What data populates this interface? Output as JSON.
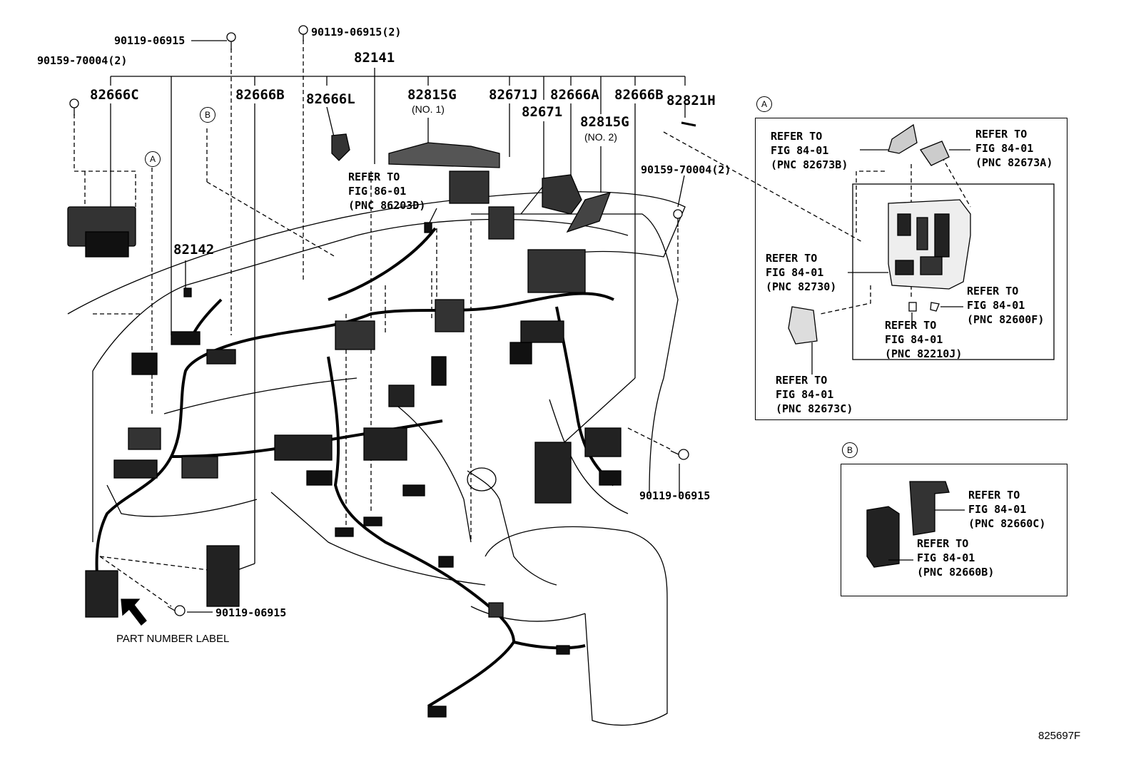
{
  "callouts": {
    "c90119_top1": "90119-06915",
    "c90119_top2": "90119-06915(2)",
    "c90159_left": "90159-70004(2)",
    "c82141": "82141",
    "c82666C": "82666C",
    "c82666B_1": "82666B",
    "c82666L": "82666L",
    "c82815G_1": "82815G",
    "c82815G_1_sub": "(NO. 1)",
    "c82671J": "82671J",
    "c82666A": "82666A",
    "c82666B_2": "82666B",
    "c82821H": "82821H",
    "c82671": "82671",
    "c82815G_2": "82815G",
    "c82815G_2_sub": "(NO. 2)",
    "c82142": "82142",
    "c90159_right": "90159-70004(2)",
    "c90119_right": "90119-06915",
    "c90119_bottom": "90119-06915",
    "part_label": "PART NUMBER LABEL",
    "drawing_no": "825697F"
  },
  "refs": {
    "ref_86203D": "REFER TO\nFIG 86-01\n(PNC 86203D)",
    "ref_82673B": "REFER TO\nFIG 84-01\n(PNC 82673B)",
    "ref_82673A": "REFER TO\nFIG 84-01\n(PNC 82673A)",
    "ref_82730": "REFER TO\nFIG 84-01\n(PNC 82730)",
    "ref_82600F": "REFER TO\nFIG 84-01\n(PNC 82600F)",
    "ref_82210J": "REFER TO\nFIG 84-01\n(PNC 82210J)",
    "ref_82673C": "REFER TO\nFIG 84-01\n(PNC 82673C)",
    "ref_82660C": "REFER TO\nFIG 84-01\n(PNC 82660C)",
    "ref_82660B": "REFER TO\nFIG 84-01\n(PNC 82660B)"
  },
  "markers": {
    "A": "A",
    "B": "B"
  }
}
